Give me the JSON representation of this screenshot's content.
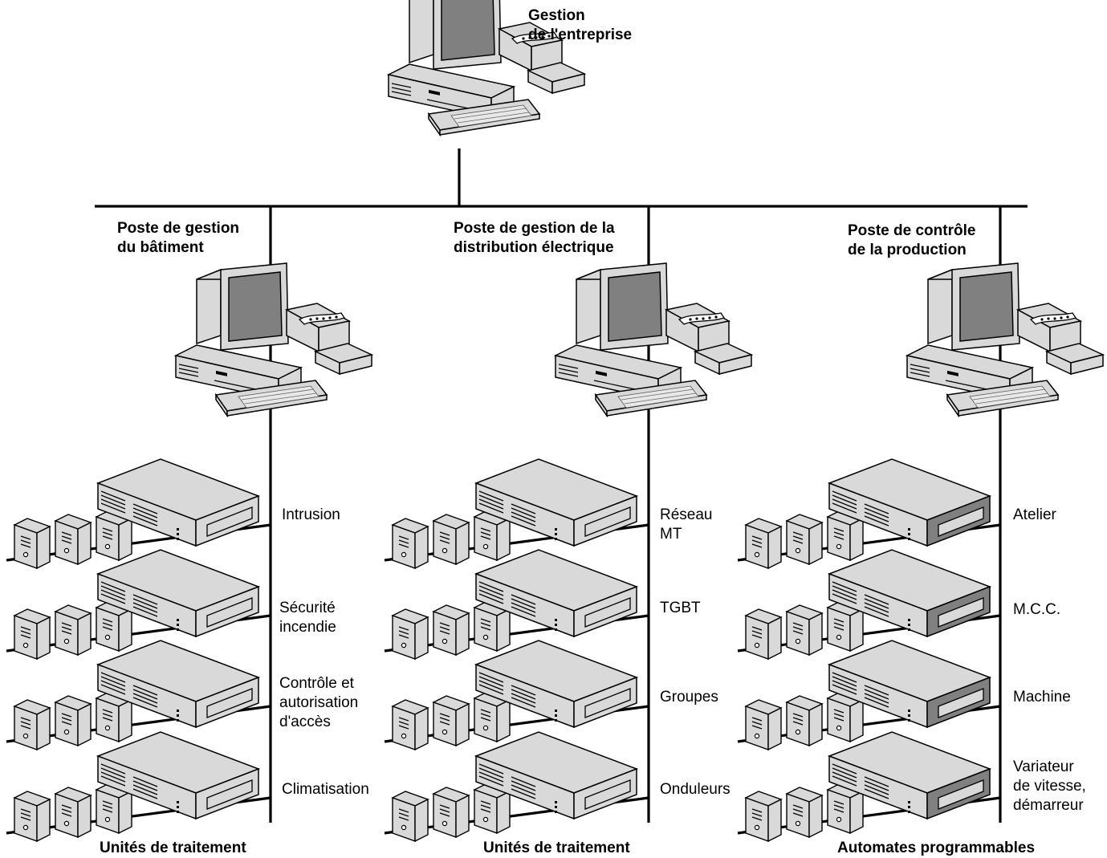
{
  "top_station": {
    "label": "Gestion\nde l'entreprise"
  },
  "columns": [
    {
      "station_label": "Poste de gestion\ndu bâtiment",
      "units": [
        "Intrusion",
        "Sécurité\nincendie",
        "Contrôle et\nautorisation\nd'accès",
        "Climatisation"
      ],
      "footer": "Unités de traitement"
    },
    {
      "station_label": "Poste de gestion de la\ndistribution électrique",
      "units": [
        "Réseau\nMT",
        "TGBT",
        "Groupes",
        "Onduleurs"
      ],
      "footer": "Unités de traitement"
    },
    {
      "station_label": "Poste de contrôle\nde la production",
      "units": [
        "Atelier",
        "M.C.C.",
        "Machine",
        "Variateur\nde vitesse,\ndémarreur"
      ],
      "footer": "Automates programmables"
    }
  ],
  "colors": {
    "device_fill": "#d9d9d9",
    "screen_fill": "#808080",
    "dark_panel_fill": "#808080",
    "line": "#000000"
  }
}
